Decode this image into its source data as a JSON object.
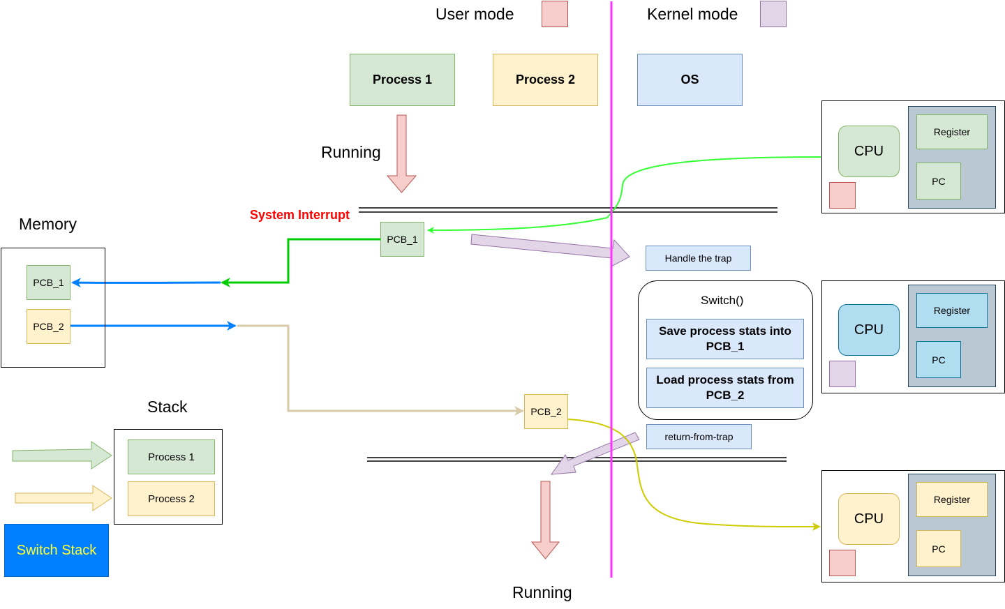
{
  "legend": {
    "user_mode": "User mode",
    "kernel_mode": "Kernel mode"
  },
  "processes": {
    "p1": "Process 1",
    "p2": "Process 2",
    "os": "OS"
  },
  "running_top": "Running",
  "running_bottom": "Running",
  "system_interrupt": "System Interrupt",
  "memory": {
    "title": "Memory",
    "pcb1": "PCB_1",
    "pcb2": "PCB_2"
  },
  "stack": {
    "title": "Stack",
    "p1": "Process 1",
    "p2": "Process 2"
  },
  "switch_stack": "Switch Stack",
  "pcb1_mid": "PCB_1",
  "pcb2_mid": "PCB_2",
  "handle_trap": "Handle the trap",
  "switch_box": {
    "title": "Switch()",
    "save": "Save process stats into PCB_1",
    "load": "Load process stats from PCB_2"
  },
  "return_from_trap": "return-from-trap",
  "cpu_panels": [
    {
      "cpu": "CPU",
      "register": "Register",
      "pc": "PC"
    },
    {
      "cpu": "CPU",
      "register": "Register",
      "pc": "PC"
    },
    {
      "cpu": "CPU",
      "register": "Register",
      "pc": "PC"
    }
  ],
  "colors": {
    "mode_divider": "#ff33ff",
    "interrupt_text": "#ff0000",
    "switch_stack_bg": "#007fff",
    "switch_stack_text": "#ffff33"
  }
}
